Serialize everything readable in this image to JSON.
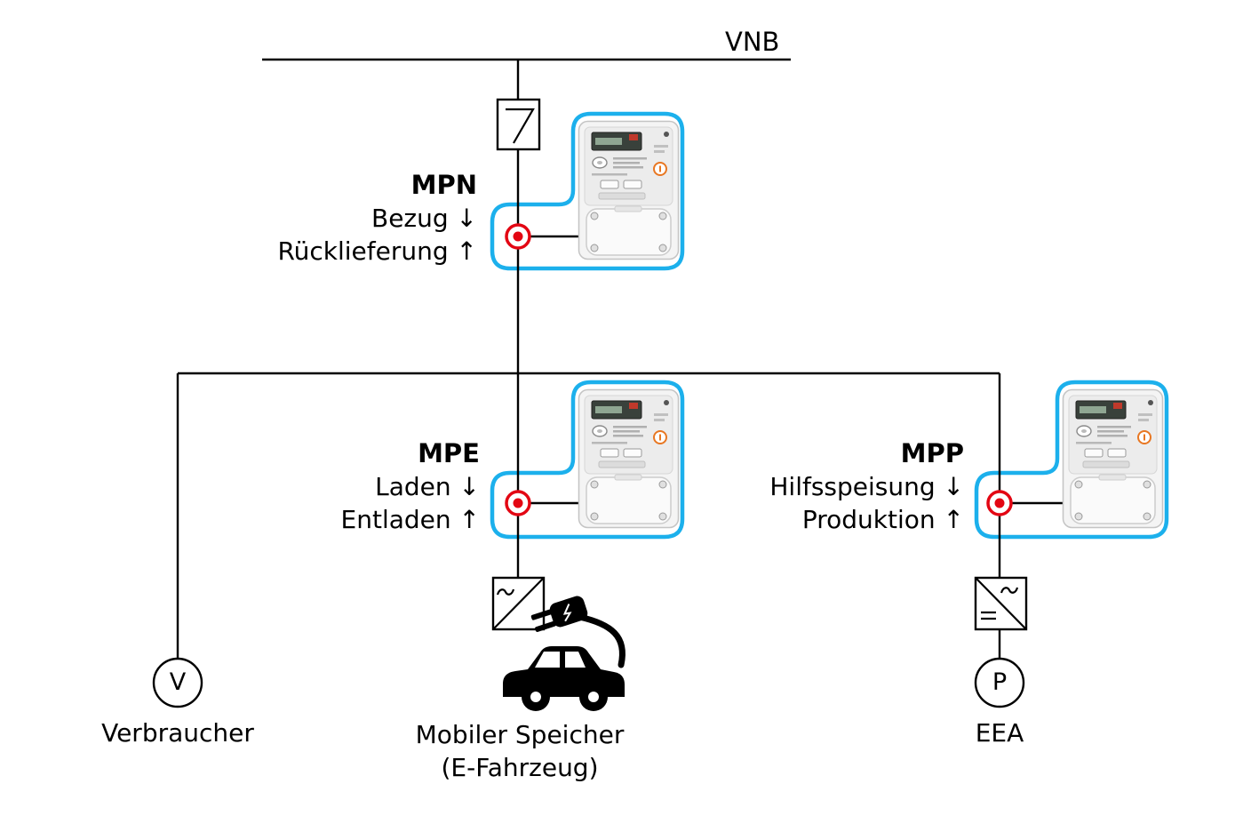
{
  "diagram": {
    "grid_label": "VNB",
    "colors": {
      "meter_outline": "#1cb0ec",
      "measuring_point": "#e30613",
      "line": "#000000"
    },
    "measuring_points": [
      {
        "name": "MPN",
        "flow_down": "Bezug ↓",
        "flow_up": "Rücklieferung ↑",
        "icon": "smart-meter-icon"
      },
      {
        "name": "MPE",
        "flow_down": "Laden ↓",
        "flow_up": "Entladen ↑",
        "icon": "smart-meter-icon"
      },
      {
        "name": "MPP",
        "flow_down": "Hilfsspeisung ↓",
        "flow_up": "Produktion ↑",
        "icon": "smart-meter-icon"
      }
    ],
    "terminals": {
      "consumer": {
        "symbol": "V",
        "label": "Verbraucher"
      },
      "mobile_storage": {
        "label": "Mobiler Speicher",
        "sublabel": "(E-Fahrzeug)",
        "icon": "ev-car-charging-icon"
      },
      "generator": {
        "symbol": "P",
        "label": "EEA"
      }
    },
    "symbols": {
      "breaker": "fuse-switch-icon",
      "charger_converter": "ac-dc-converter-icon",
      "generator_inverter": "dc-ac-inverter-icon",
      "measuring_point": "measuring-point-icon"
    }
  }
}
